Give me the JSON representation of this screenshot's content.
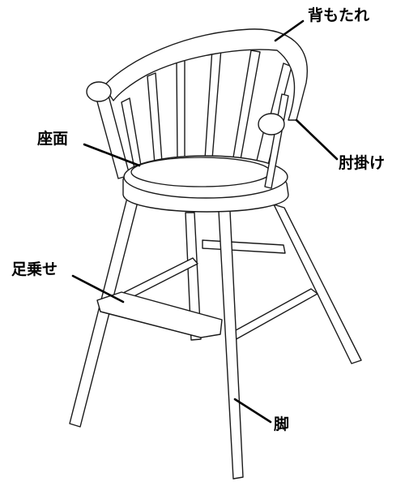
{
  "labels": {
    "backrest": "背もたれ",
    "armrest": "肘掛け",
    "seat": "座面",
    "footrest": "足乗せ",
    "leg": "脚"
  },
  "colors": {
    "line": "#1a1a1a",
    "background": "#ffffff"
  }
}
